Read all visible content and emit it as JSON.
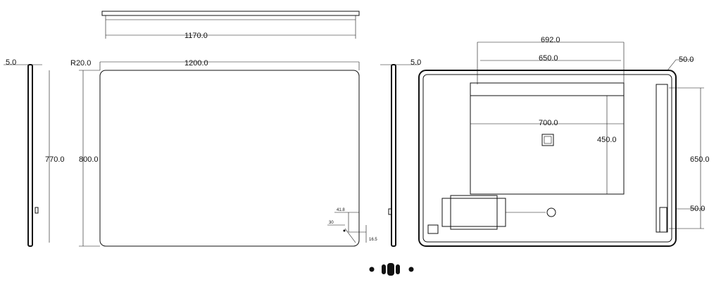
{
  "top_view": {
    "width_label": "1170.0"
  },
  "left_side": {
    "thickness_label": "5.0",
    "height_label": "770.0"
  },
  "front_view": {
    "radius_label": "R20.0",
    "width_label": "1200.0",
    "height_label": "800.0",
    "switch_offset_x": "41.8",
    "switch_offset_y": "30",
    "switch_height": "16.5"
  },
  "right_side": {
    "thickness_label": "5.0"
  },
  "back_view": {
    "outer_width_label": "692.0",
    "inner_width_label": "650.0",
    "panel_width_label": "700.0",
    "panel_height_label": "450.0",
    "strip_height_label": "650.0",
    "top_offset_label": "50.0",
    "bottom_offset_label": "50.0"
  }
}
